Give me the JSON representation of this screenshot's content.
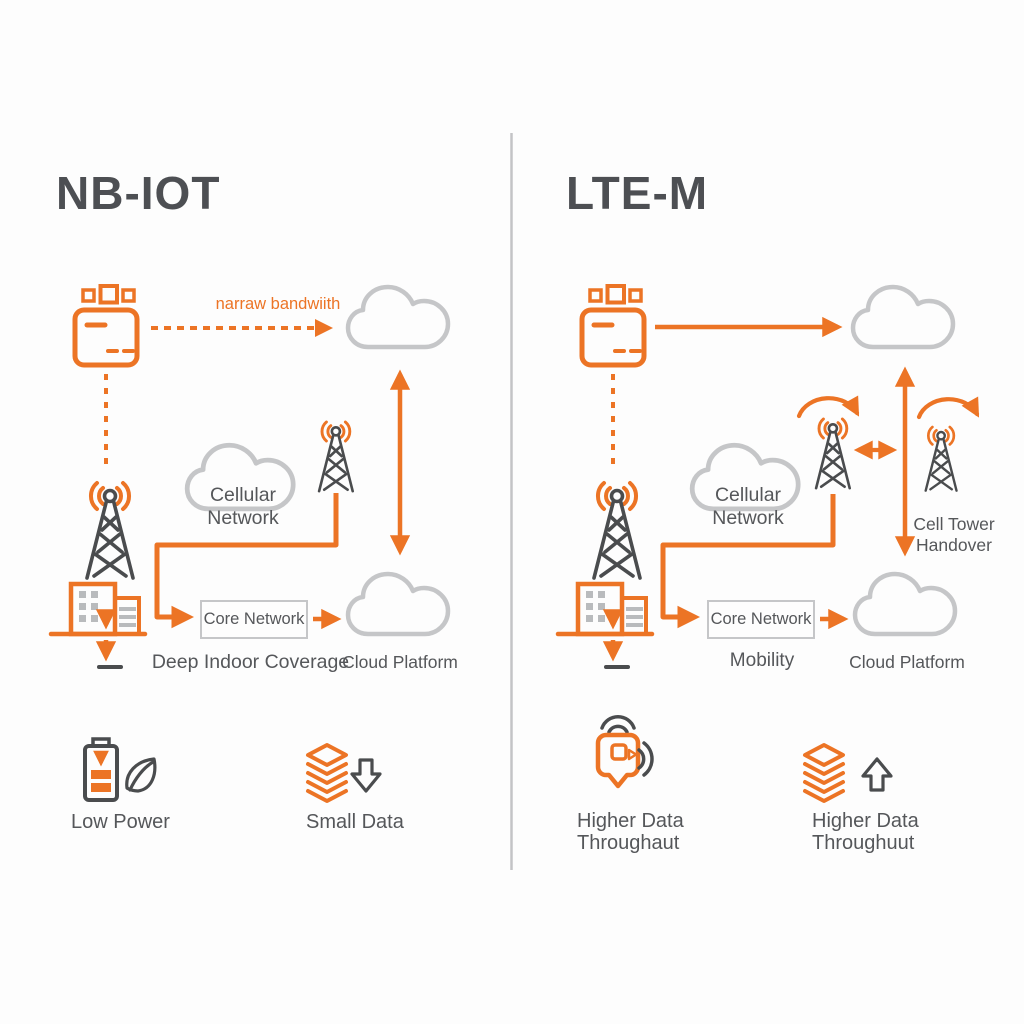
{
  "colors": {
    "accent_orange": "#ec7425",
    "dark_gray": "#4a4c4e",
    "cloud_gray": "#c5c6c8",
    "text_gray": "#55575a",
    "background": "#fdfdfd"
  },
  "panels": {
    "nbiot": {
      "title": "NB-IOT",
      "bandwidth_label": "narraw bandwiith",
      "cellular_network": "Cellular Network",
      "core_network": "Core Network",
      "coverage_caption": "Deep Indoor Coverage",
      "cloud_platform": "Cloud Platform",
      "features": [
        {
          "icons": [
            "battery-icon",
            "leaf-icon"
          ],
          "label": "Low Power"
        },
        {
          "icons": [
            "layers-icon",
            "down-arrow-icon"
          ],
          "label": "Small Data"
        }
      ]
    },
    "ltem": {
      "title": "LTE-M",
      "cellular_network": "Cellular Network",
      "core_network": "Core Network",
      "handover_label": "Cell Tower Handover",
      "mobility_caption": "Mobility",
      "cloud_platform": "Cloud Platform",
      "features": [
        {
          "icons": [
            "connected-device-icon"
          ],
          "label": "Higher Data Throughaut"
        },
        {
          "icons": [
            "layers-icon",
            "up-arrow-icon"
          ],
          "label": "Higher Data Throughuut"
        }
      ]
    }
  }
}
